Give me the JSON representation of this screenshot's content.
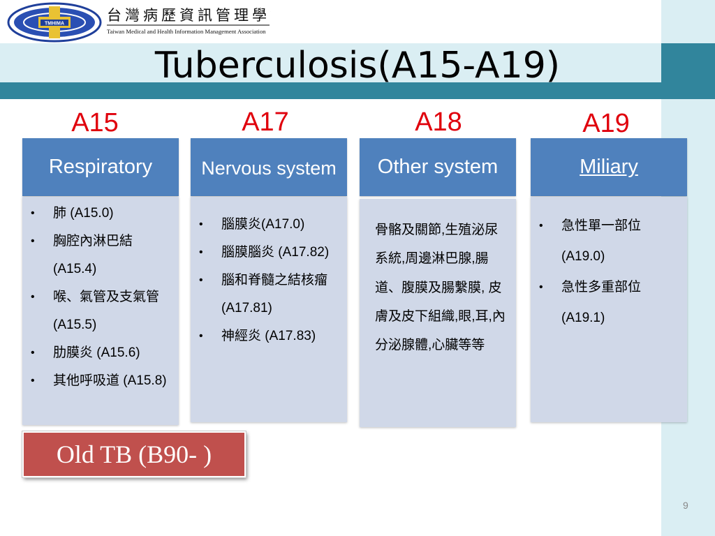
{
  "header": {
    "org_name_zh": "台灣病歷資訊管理學會",
    "org_name_en": "Taiwan Medical and Health Information Management Association",
    "logo_text": "TMHIMA"
  },
  "slide": {
    "title": "Tuberculosis(A15-A19)",
    "page_number": "9"
  },
  "columns": [
    {
      "code": "A15",
      "heading": "Respiratory",
      "items": [
        "肺 (A15.0)",
        "胸腔內淋巴結 (A15.4)",
        "喉、氣管及支氣管 (A15.5)",
        "肋膜炎 (A15.6)",
        "其他呼吸道 (A15.8)"
      ]
    },
    {
      "code": "A17",
      "heading": "Nervous system",
      "items": [
        "腦膜炎(A17.0)",
        "腦膜腦炎 (A17.82)",
        "腦和脊髓之結核瘤 (A17.81)",
        "神經炎 (A17.83)"
      ]
    },
    {
      "code": "A18",
      "heading": "Other system",
      "paragraph": "骨骼及關節,生殖泌尿系統,周邊淋巴腺,腸道、腹膜及腸繫膜, 皮膚及皮下組織,眼,耳,內分泌腺體,心臟等等"
    },
    {
      "code": "A19",
      "heading": "Miliary",
      "items": [
        "急性單一部位 (A19.0)",
        "急性多重部位 (A19.1)"
      ]
    }
  ],
  "old_tb": {
    "label": "Old TB (B90- )"
  },
  "colors": {
    "accent_teal": "#31859c",
    "light_blue": "#daeef3",
    "header_blue": "#4f81bd",
    "body_blue": "#d0d8e8",
    "code_red": "#e0000c",
    "old_tb_red": "#c0504d"
  }
}
